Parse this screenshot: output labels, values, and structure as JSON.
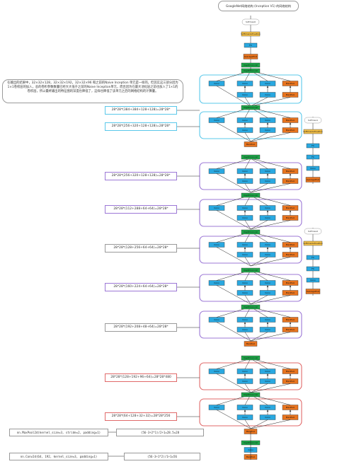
{
  "header": {
    "title": "GoogleNet网络结构 (Inception V1) 的网络结构"
  },
  "note": {
    "text": "在输出的结果中，32×32×128，32×32×192，32×32×96 和之前的Naive Inception 单元是一样的，但其实这三部分因为1×1卷积层的加入，总的卷积参数数量已经大大低于之前的Naive Inception单元，而且因为在最大池化层之前也加入了1×1的卷积层，所以最终输出的特征图的深度也降低了，这样也降低了该单元之后的网络结构的计算量。"
  },
  "calcs": [
    "28*28*(384+384+128+128)=28*28*",
    "28*28*(256+320+128+128)=28*28*",
    "28*28*(256+320+128+128)=28*28*",
    "28*28*(112+288+64+64)=28*28*",
    "28*28*(128+256+64+64)=28*28*",
    "28*28*(160+224+64+64)=28*28*",
    "28*28*(192+208+48+64)=28*28*",
    "28*28*(128+192+96+64)=28*28*480",
    "28*28*(64+128+32+32)=28*28*256"
  ],
  "code_rows": [
    {
      "code": "nn.MaxPool2d(kernel_size=3, stride=2, padding=1)",
      "formula": "(56-3+2*1)/2+1=28.5=28"
    },
    {
      "code": "nn.Conv2d(64, 192, kernel_size=3, padding=1)",
      "formula": "(56-3+1*2)/1+1=56"
    }
  ],
  "blocks": {
    "conv": "Conv",
    "concat": "DepthConcat",
    "pool": "MaxPool",
    "softmax": "Softmax",
    "softmax_act": "SoftmaxActivation",
    "fc": "FC",
    "avgpool": "AveragePool"
  },
  "colors": {
    "conv": "#29a8e0",
    "pool": "#e8741e",
    "concat": "#1fa84a",
    "softmax": "#f6c24a",
    "cyan": "#5ac8ea",
    "purple": "#9c78d6",
    "red": "#e06a6a",
    "gray": "#9a9a9a"
  }
}
